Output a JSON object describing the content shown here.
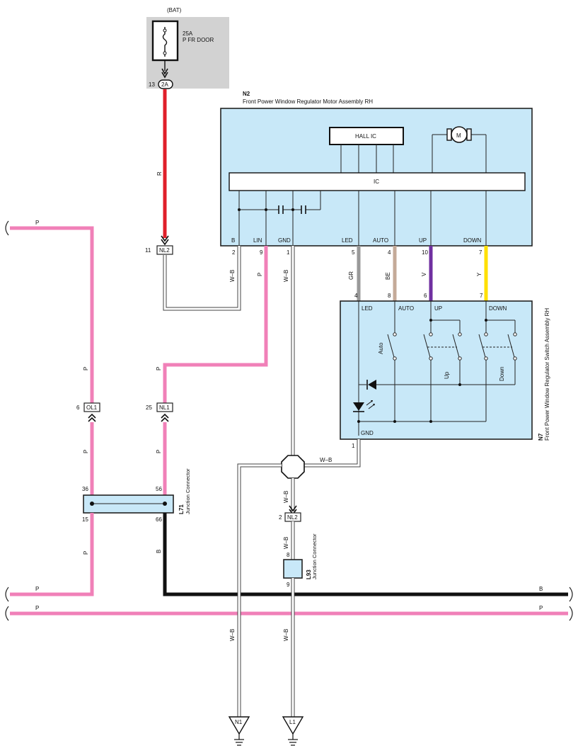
{
  "battery": {
    "label": "(BAT)",
    "fuse_rating": "25A",
    "fuse_name": "P FR DOOR",
    "connector": "2A",
    "pin": "13"
  },
  "motor_assembly": {
    "code": "N2",
    "name": "Front Power Window Regulator Motor Assembly RH",
    "hall_ic": "HALL IC",
    "ic": "IC",
    "motor_symbol": "M",
    "terminals": [
      {
        "label": "B",
        "pin": "2"
      },
      {
        "label": "LIN",
        "pin": "9"
      },
      {
        "label": "GND",
        "pin": "1"
      },
      {
        "label": "LED",
        "pin": "5"
      },
      {
        "label": "AUTO",
        "pin": "4"
      },
      {
        "label": "UP",
        "pin": "10"
      },
      {
        "label": "DOWN",
        "pin": "7"
      }
    ]
  },
  "switch_assembly": {
    "code": "N7",
    "name": "Front Power Window Regulator Switch Assembly RH",
    "terminals": [
      {
        "label": "LED",
        "pin": "4"
      },
      {
        "label": "AUTO",
        "pin": "8"
      },
      {
        "label": "UP",
        "pin": "6"
      },
      {
        "label": "DOWN",
        "pin": "7"
      }
    ],
    "gnd_label": "GND",
    "gnd_pin": "1",
    "switches": [
      "Auto",
      "Up",
      "Down"
    ]
  },
  "wire_colors": {
    "R": "#e0202a",
    "P": "#f080b8",
    "B": "#111111",
    "GR": "#999999",
    "BE": "#c4aa98",
    "V": "#7030a0",
    "Y": "#ffe000",
    "WB": "#ffffff"
  },
  "wire_labels": {
    "r": "R",
    "p": "P",
    "b": "B",
    "wb": "W–B",
    "gr": "GR",
    "be": "BE",
    "v": "V",
    "y": "Y"
  },
  "connectors": {
    "nl2_top": {
      "name": "NL2",
      "pin": "11"
    },
    "ol1": {
      "name": "OL1",
      "pin": "6"
    },
    "nl1": {
      "name": "NL1",
      "pin": "25"
    },
    "nl2_bottom": {
      "name": "NL2",
      "pin": "2"
    }
  },
  "junction_l71": {
    "code": "L71",
    "name": "Junction Connector",
    "pins": [
      "36",
      "56",
      "15",
      "66"
    ]
  },
  "junction_l93": {
    "code": "L93",
    "name": "Junction Connector",
    "pins": [
      "8",
      "9"
    ]
  },
  "grounds": [
    "N1",
    "L1"
  ]
}
